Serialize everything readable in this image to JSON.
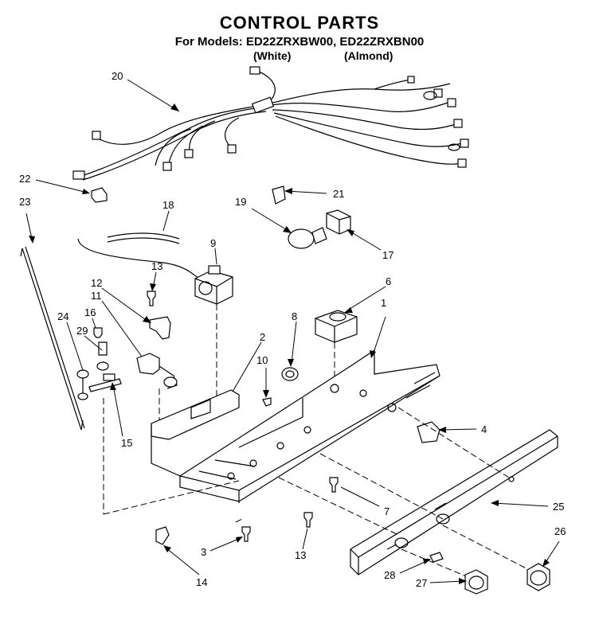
{
  "header": {
    "title": "CONTROL PARTS",
    "models_line": "For Models: ED22ZRXBW00, ED22ZRXBN00",
    "variant_white": "(White)",
    "variant_almond": "(Almond)"
  },
  "callouts": {
    "c1": "1",
    "c2": "2",
    "c3": "3",
    "c4": "4",
    "c6": "6",
    "c7": "7",
    "c8": "8",
    "c9": "9",
    "c10": "10",
    "c11": "11",
    "c12": "12",
    "c13a": "13",
    "c13b": "13",
    "c14": "14",
    "c15": "15",
    "c16": "16",
    "c17": "17",
    "c18": "18",
    "c19": "19",
    "c20": "20",
    "c21": "21",
    "c22": "22",
    "c23": "23",
    "c24": "24",
    "c25": "25",
    "c26": "26",
    "c27": "27",
    "c28": "28",
    "c29": "29"
  },
  "icons": [
    "wire-harness",
    "clip",
    "rod",
    "tube",
    "bulb",
    "socket",
    "control-box",
    "panel",
    "knob",
    "screw"
  ]
}
